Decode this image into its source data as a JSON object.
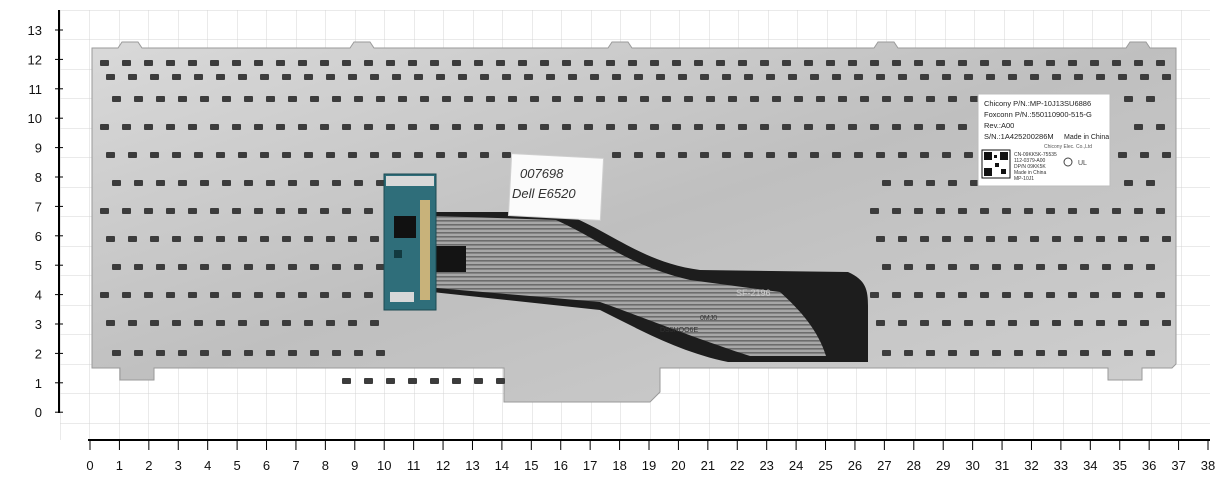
{
  "ruler": {
    "y_labels": [
      "13",
      "12",
      "11",
      "10",
      "9",
      "8",
      "7",
      "6",
      "5",
      "4",
      "3",
      "2",
      "1",
      "0"
    ],
    "x_labels": [
      "0",
      "1",
      "2",
      "3",
      "4",
      "5",
      "6",
      "7",
      "8",
      "9",
      "10",
      "11",
      "12",
      "13",
      "14",
      "15",
      "16",
      "17",
      "18",
      "19",
      "20",
      "21",
      "22",
      "23",
      "24",
      "25",
      "26",
      "27",
      "28",
      "29",
      "30",
      "31",
      "32",
      "33",
      "34",
      "35",
      "36",
      "37",
      "38"
    ]
  },
  "label": {
    "line1": "Chicony P/N.:MP-10J13SU6886",
    "line2": "Foxconn P/N.:550110900-515-G",
    "line3": "Rev.:A00",
    "line4a": "S/N.:1A425200286M",
    "line4b": "Made in China",
    "small_brand": "Chicony Elec. Co.,Ltd",
    "small1": "CN-09KK5K-75535",
    "small2": "112-0379-A00",
    "small3": "DP/N 09KK5K",
    "small4": "Made in China",
    "small5": "MP-10J1"
  },
  "sticker": {
    "line1": "007698",
    "line2": "Dell E6520"
  },
  "cable": {
    "text1": "SF-2196",
    "text2": "0MJ0",
    "text3": "DS5HOO6E"
  },
  "colors": {
    "background": "#ffffff",
    "grid": "#d4d4d4",
    "plate": "#c8c8c8",
    "key": "#3c3c3c",
    "cable": "#1c1c1c",
    "pcb": "#2f6e7a"
  }
}
